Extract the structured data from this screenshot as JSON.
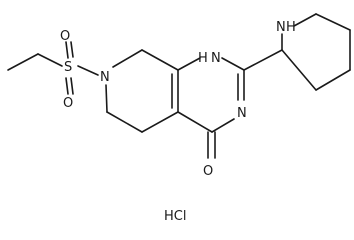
{
  "structure": {
    "atom_labels": {
      "s": "S",
      "o_top": "O",
      "o_bottom": "O",
      "n_ring": "N",
      "nh_ring": "H",
      "nh_ring_n": "N",
      "n_pyrimidine": "N",
      "o_carbonyl": "O",
      "nh_pip_n": "N",
      "nh_pip_h": "H"
    },
    "salt": "HCl"
  }
}
